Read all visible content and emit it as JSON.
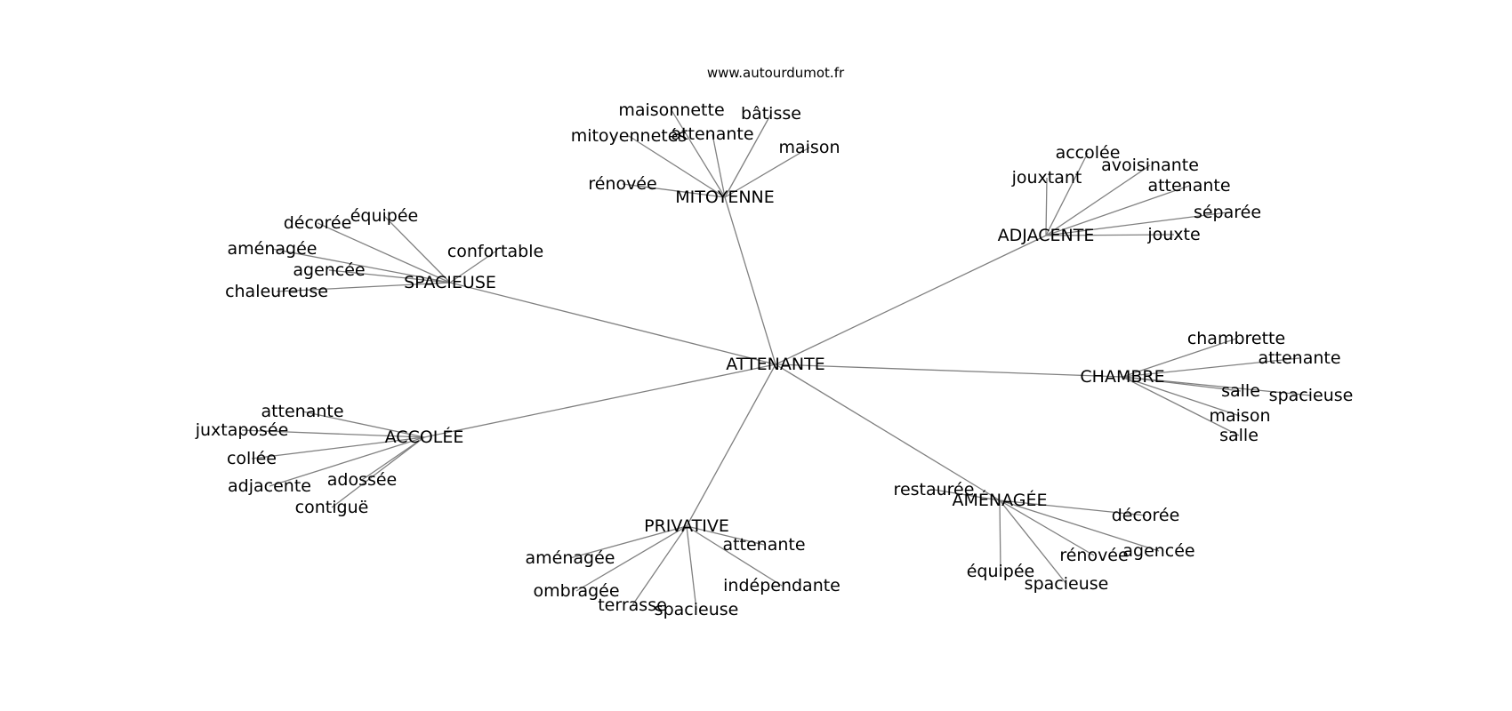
{
  "watermark": "www.autourdumot.fr",
  "root": "ATTENANTE",
  "groups": [
    {
      "hub": "MITOYENNE",
      "leaves": [
        "maisonnette",
        "bâtisse",
        "mitoyennetés",
        "attenante",
        "maison",
        "rénovée"
      ]
    },
    {
      "hub": "ADJACENTE",
      "leaves": [
        "accolée",
        "avoisinante",
        "jouxtant",
        "attenante",
        "séparée",
        "jouxte"
      ]
    },
    {
      "hub": "SPACIEUSE",
      "leaves": [
        "équipée",
        "décorée",
        "confortable",
        "aménagée",
        "agencée",
        "chaleureuse"
      ]
    },
    {
      "hub": "CHAMBRE",
      "leaves": [
        "chambrette",
        "attenante",
        "salle",
        "spacieuse",
        "maison",
        "salle"
      ]
    },
    {
      "hub": "ACCOLÉE",
      "leaves": [
        "attenante",
        "juxtaposée",
        "collée",
        "adossée",
        "adjacente",
        "contiguë"
      ]
    },
    {
      "hub": "AMÉNAGÉE",
      "leaves": [
        "restaurée",
        "décorée",
        "agencée",
        "rénovée",
        "équipée",
        "spacieuse"
      ]
    },
    {
      "hub": "PRIVATIVE",
      "leaves": [
        "attenante",
        "aménagée",
        "ombragée",
        "indépendante",
        "terrasse",
        "spacieuse"
      ]
    }
  ]
}
